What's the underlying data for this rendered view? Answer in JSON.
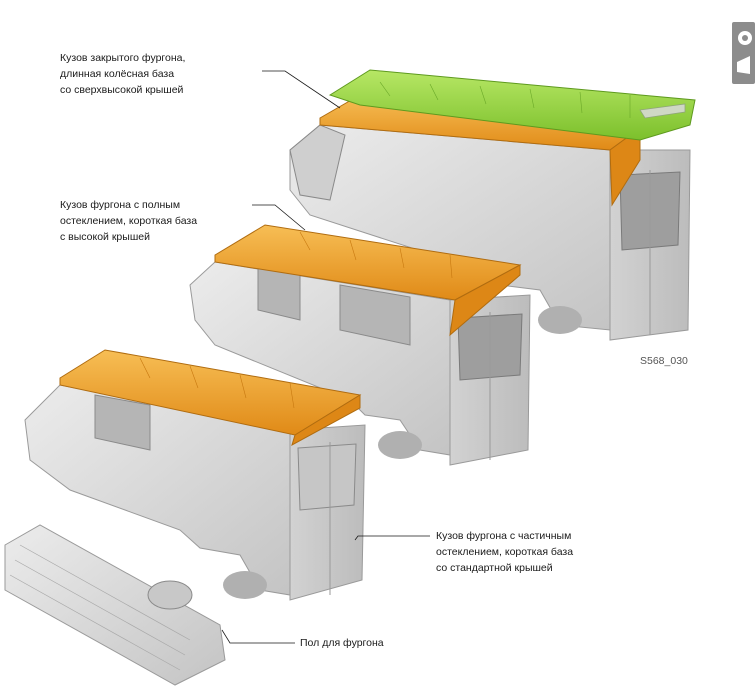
{
  "labels": {
    "van_extra_high": [
      "Кузов закрытого фургона,",
      "длинная колёсная база",
      "со сверхвысокой крышей"
    ],
    "van_full_glazing": [
      "Кузов фургона с полным",
      "остеклением, короткая база",
      "с высокой крышей"
    ],
    "van_partial_glazing": [
      "Кузов фургона с частичным",
      "остеклением, короткая база",
      "со стандартной крышей"
    ],
    "van_floor": "Пол для фургона"
  },
  "figure_id": "S568_030",
  "colors": {
    "roof_orange": "#f0a22c",
    "roof_orange_dark": "#c97d14",
    "roof_green": "#9ad640",
    "roof_green_dark": "#6fae22",
    "body_grey": "#dcdcdc",
    "body_grey_dark": "#a9a9a9",
    "leader_line": "#1a1a1a",
    "corner_icon": "#8c8c8c"
  },
  "icons": [
    "corner-tab-icon"
  ]
}
